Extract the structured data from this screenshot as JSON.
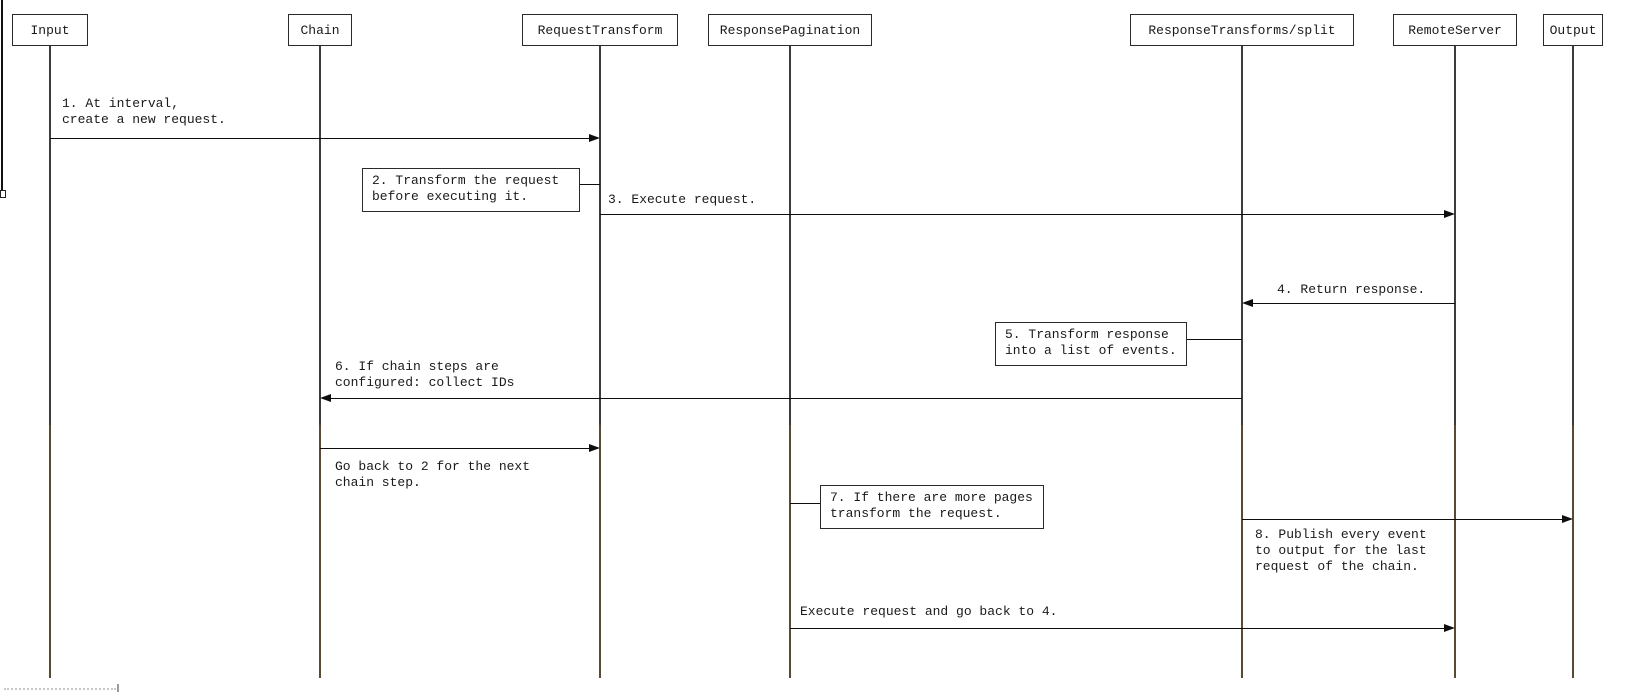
{
  "diagram": {
    "type": "sequence-diagram",
    "colors": {
      "background": "#ffffff",
      "line": "#0e0e0e",
      "text": "#1a1a1a"
    },
    "actors": [
      {
        "id": "input",
        "label": "Input"
      },
      {
        "id": "chain",
        "label": "Chain"
      },
      {
        "id": "request-transform",
        "label": "RequestTransform"
      },
      {
        "id": "response-pagination",
        "label": "ResponsePagination"
      },
      {
        "id": "response-transforms-split",
        "label": "ResponseTransforms/split"
      },
      {
        "id": "remote-server",
        "label": "RemoteServer"
      },
      {
        "id": "output",
        "label": "Output"
      }
    ],
    "messages": [
      {
        "n": "1",
        "kind": "arrow",
        "from": "Input",
        "to": "RequestTransform",
        "label": "1. At interval,\ncreate a new request."
      },
      {
        "n": "2",
        "kind": "note",
        "at": "RequestTransform",
        "label": "2. Transform the request\nbefore executing it."
      },
      {
        "n": "3",
        "kind": "arrow",
        "from": "RequestTransform",
        "to": "RemoteServer",
        "label": "3. Execute request."
      },
      {
        "n": "4",
        "kind": "arrow",
        "from": "RemoteServer",
        "to": "ResponseTransforms/split",
        "label": "4. Return response."
      },
      {
        "n": "5",
        "kind": "note",
        "at": "ResponseTransforms/split",
        "label": "5. Transform response\ninto a list of events."
      },
      {
        "n": "6",
        "kind": "arrow",
        "from": "ResponseTransforms/split",
        "to": "Chain",
        "label": "6. If chain steps are\nconfigured: collect IDs"
      },
      {
        "n": "6b",
        "kind": "arrow",
        "from": "Chain",
        "to": "RequestTransform",
        "label": "Go back to 2 for the next\nchain step."
      },
      {
        "n": "7",
        "kind": "note",
        "at": "ResponsePagination",
        "label": "7. If there are more pages\ntransform the request."
      },
      {
        "n": "8",
        "kind": "arrow",
        "from": "ResponseTransforms/split",
        "to": "Output",
        "label": "8. Publish every event\nto output for the last\nrequest of the chain."
      },
      {
        "n": "9",
        "kind": "arrow",
        "from": "ResponsePagination",
        "to": "RemoteServer",
        "label": "Execute request and go back to 4."
      }
    ]
  }
}
